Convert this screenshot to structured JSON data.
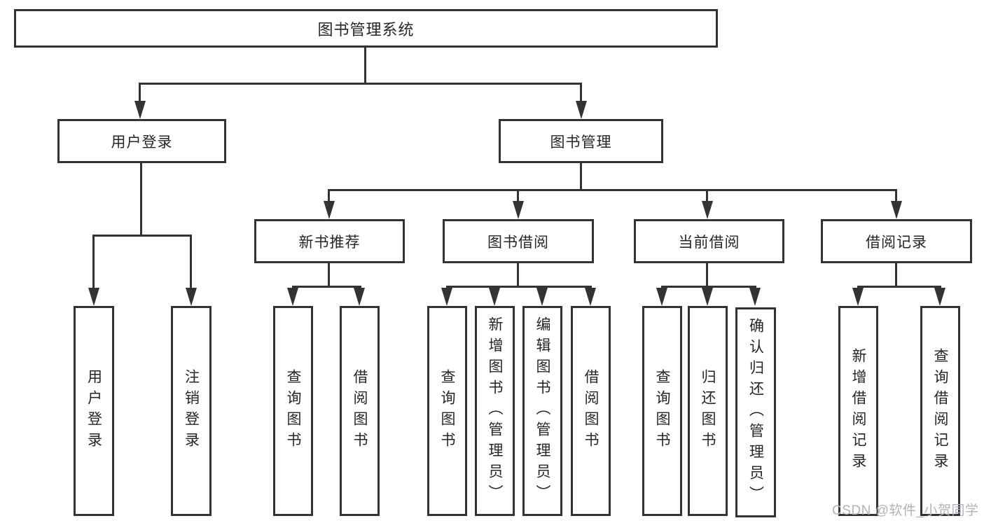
{
  "nodes": {
    "root": "图书管理系统",
    "user_login": "用户登录",
    "book_management": "图书管理",
    "new_book_recommend": "新书推荐",
    "book_borrow": "图书借阅",
    "current_borrow": "当前借阅",
    "borrow_records": "借阅记录",
    "leaf_user_login": "用户登录",
    "leaf_logout": "注销登录",
    "leaf_nb_query_books": "查询图书",
    "leaf_nb_borrow_books": "借阅图书",
    "leaf_bb_query_books": "查询图书",
    "leaf_bb_add_books": "新增图书（管理员）",
    "leaf_bb_edit_books": "编辑图书（管理员）",
    "leaf_bb_borrow_books": "借阅图书",
    "leaf_cb_query_books": "查询图书",
    "leaf_cb_return_books": "归还图书",
    "leaf_cb_confirm_return": "确认归还（管理员）",
    "leaf_br_add_record": "新增借阅记录",
    "leaf_br_query_record": "查询借阅记录"
  },
  "watermark": "CSDN @软件_小贺同学",
  "colors": {
    "line": "#333333",
    "box_border": "#333333",
    "text": "#262626",
    "watermark": "#b2b2ba",
    "background": "#ffffff"
  }
}
